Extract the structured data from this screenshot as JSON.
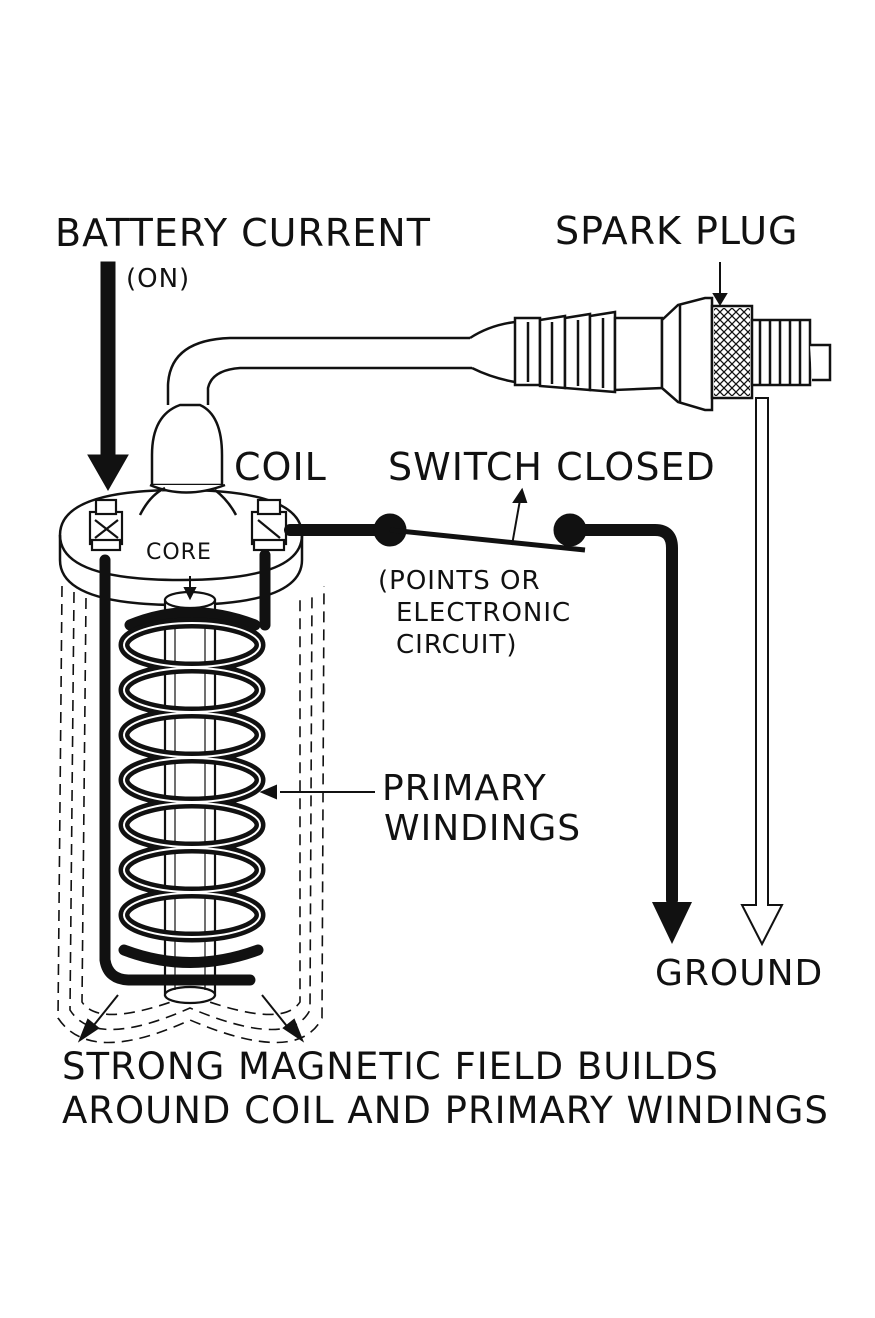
{
  "labels": {
    "battery_current": "BATTERY CURRENT",
    "on": "(ON)",
    "spark_plug": "SPARK PLUG",
    "coil": "COIL",
    "switch_closed": "SWITCH CLOSED",
    "core": "CORE",
    "points_line1": "(POINTS OR",
    "points_line2": "ELECTRONIC",
    "points_line3": "CIRCUIT)",
    "primary_line1": "PRIMARY",
    "primary_line2": "WINDINGS",
    "ground": "GROUND",
    "caption_line1": "STRONG MAGNETIC FIELD BUILDS",
    "caption_line2": "AROUND COIL AND PRIMARY WINDINGS"
  }
}
